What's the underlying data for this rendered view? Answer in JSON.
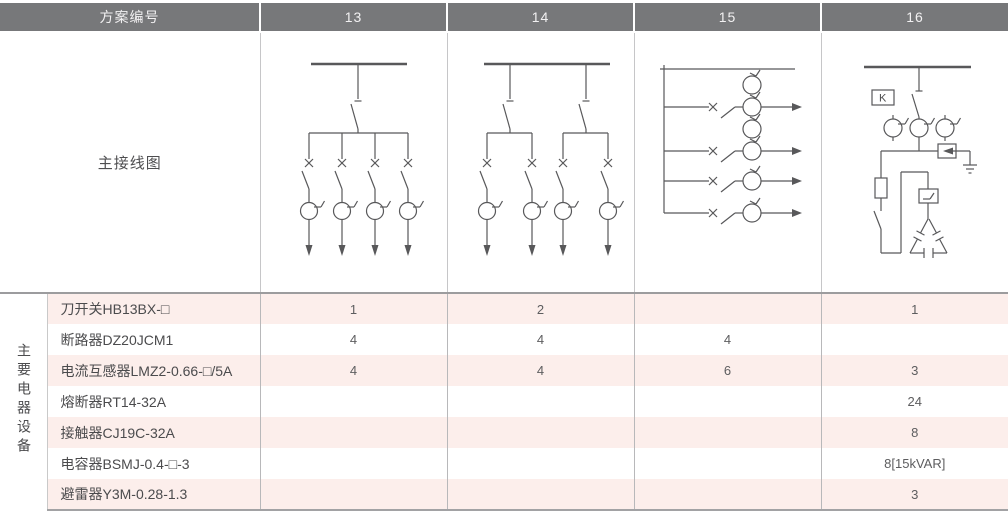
{
  "table": {
    "header": {
      "scheme_label": "方案编号",
      "schemes": [
        "13",
        "14",
        "15",
        "16"
      ]
    },
    "diagram_label": "主接线图",
    "group_label": "主要电器设备",
    "rows": [
      {
        "name": "刀开关HB13BX-□",
        "values": [
          "1",
          "2",
          "",
          "1"
        ]
      },
      {
        "name": "断路器DZ20JCM1",
        "values": [
          "4",
          "4",
          "4",
          ""
        ]
      },
      {
        "name": "电流互感器LMZ2-0.66-□/5A",
        "values": [
          "4",
          "4",
          "6",
          "3"
        ]
      },
      {
        "name": "熔断器RT14-32A",
        "values": [
          "",
          "",
          "",
          "24"
        ]
      },
      {
        "name": "接触器CJ19C-32A",
        "values": [
          "",
          "",
          "",
          "8"
        ]
      },
      {
        "name": "电容器BSMJ-0.4-□-3",
        "values": [
          "",
          "",
          "",
          "8[15kVAR]"
        ]
      },
      {
        "name": "避雷器Y3M-0.28-1.3",
        "values": [
          "",
          "",
          "",
          "3"
        ]
      }
    ],
    "diagrams": {
      "scheme_13": {
        "incoming_knife_switches": 1,
        "feeder_branches": 4,
        "ct_per_branch": 1
      },
      "scheme_14": {
        "incoming_knife_switches": 2,
        "feeder_branches": 4,
        "ct_per_branch": 1
      },
      "scheme_15": {
        "horizontal_feeders": 4,
        "extra_ct_circles": 2
      },
      "scheme_16": {
        "k_box_label": "K",
        "ct_circles": 3,
        "has_arrester_to_ground": true,
        "has_fuse_branch": true,
        "has_contactor": true,
        "has_delta_capacitor_bank": true
      }
    }
  }
}
